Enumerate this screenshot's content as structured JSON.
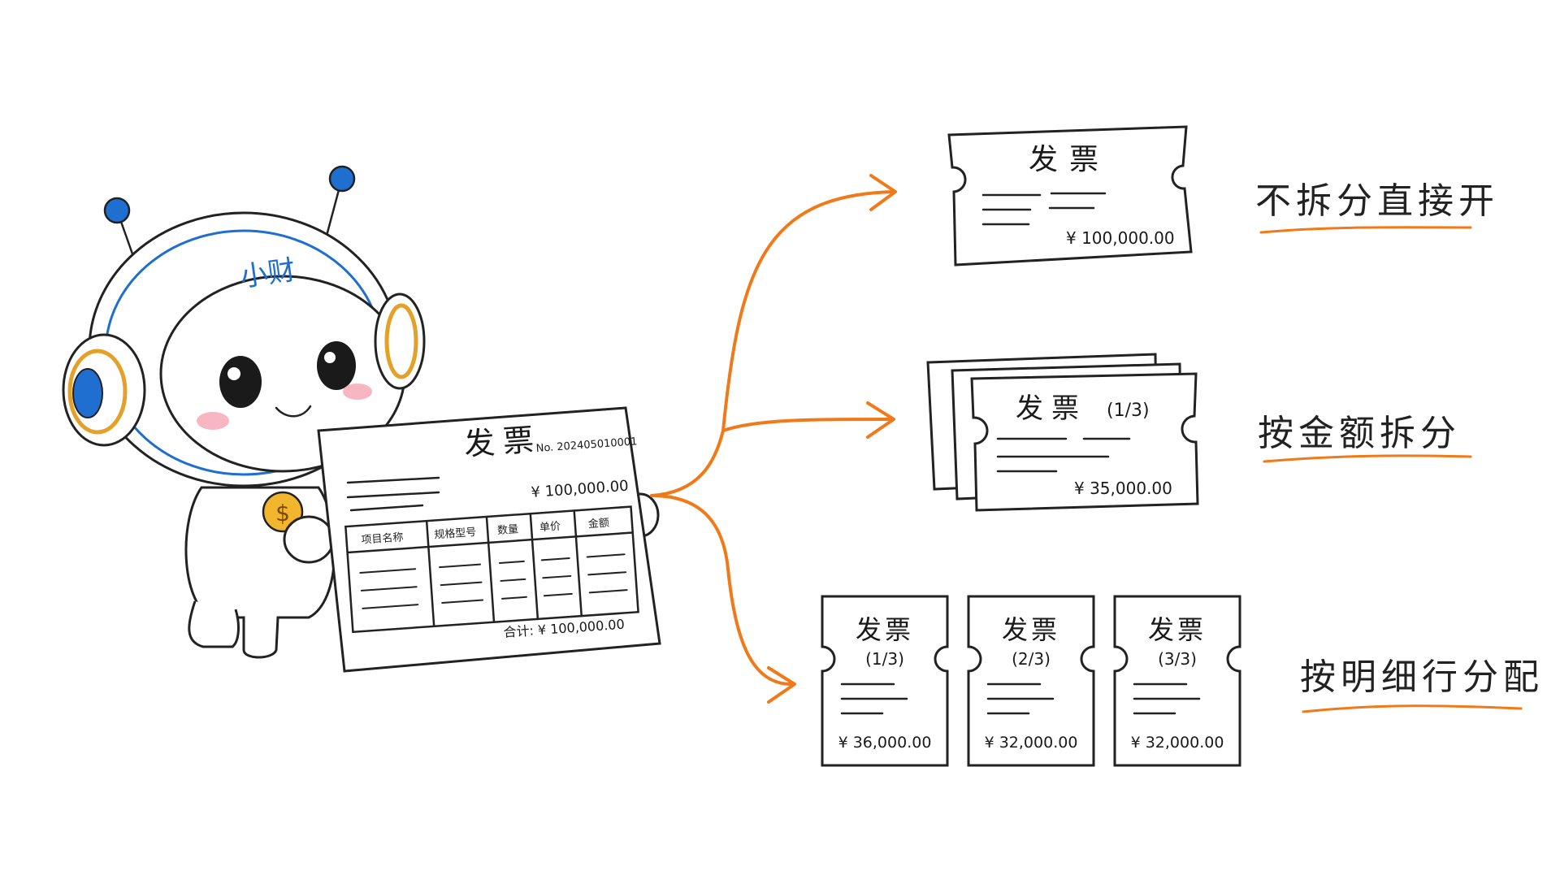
{
  "mascot": {
    "name": "小财"
  },
  "source_invoice": {
    "title": "发票",
    "number": "No. 202405010001",
    "amount": "¥ 100,000.00",
    "columns": [
      "项目名称",
      "规格型号",
      "数量",
      "单价",
      "金额"
    ],
    "total": "合计: ¥ 100,000.00"
  },
  "options": [
    {
      "label": "不拆分直接开",
      "invoices": [
        {
          "title": "发票",
          "part": "",
          "amount": "¥ 100,000.00"
        }
      ]
    },
    {
      "label": "按金额拆分",
      "invoices": [
        {
          "title": "发票",
          "part": "(1/3)",
          "amount": "¥ 35,000.00"
        }
      ]
    },
    {
      "label": "按明细行分配",
      "invoices": [
        {
          "title": "发票",
          "part": "(1/3)",
          "amount": "¥ 36,000.00"
        },
        {
          "title": "发票",
          "part": "(2/3)",
          "amount": "¥ 32,000.00"
        },
        {
          "title": "发票",
          "part": "(3/3)",
          "amount": "¥ 32,000.00"
        }
      ]
    }
  ],
  "colors": {
    "arrow": "#f07a1a",
    "mascot_blue": "#1e6fd0",
    "ring_gold": "#e3a12a",
    "underline": "#f07a1a",
    "coin": "#f2b52e"
  },
  "icons": [
    "robot-mascot",
    "coin-icon",
    "arrow-icon",
    "ticket-icon"
  ]
}
